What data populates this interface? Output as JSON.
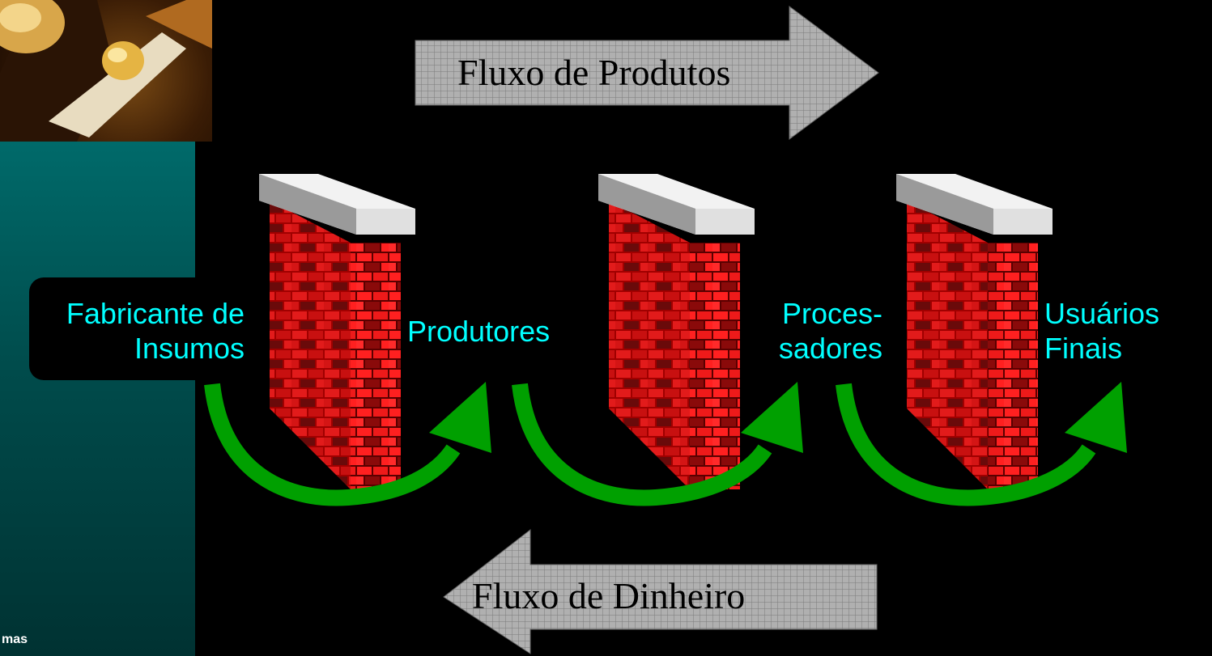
{
  "flows": {
    "products": "Fluxo de Produtos",
    "money": "Fluxo de Dinheiro"
  },
  "stages": [
    {
      "line1": "Fabricante de",
      "line2": "Insumos"
    },
    {
      "line1": "Produtores",
      "line2": ""
    },
    {
      "line1": "Proces-",
      "line2": "sadores"
    },
    {
      "line1": "Usuários",
      "line2": "Finais"
    }
  ],
  "footer": "mas",
  "colors": {
    "label": "#00ffff",
    "flow_arrow": "#00a000",
    "brick": "#e00000",
    "cap": "#d8d8d8",
    "flow_banner": "#a8a8a8",
    "sidebar": "#005c5c"
  },
  "icons": [
    "brick-wall-icon",
    "curved-arrow-icon",
    "soybean-photo"
  ]
}
